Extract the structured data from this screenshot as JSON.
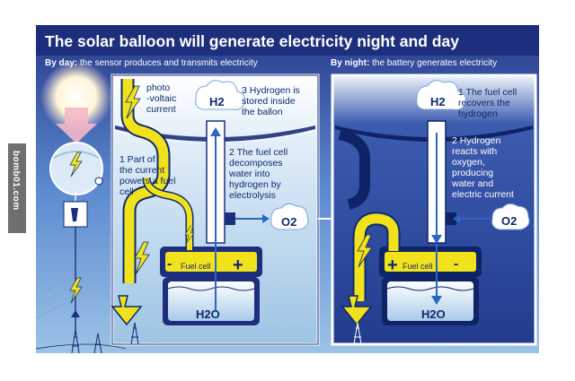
{
  "title": "The solar balloon will generate electricity night and day",
  "day": {
    "heading_bold": "By day:",
    "heading_rest": " the sensor produces and transmits electricity",
    "label_photovoltaic": [
      "photo",
      "-voltaic",
      "current"
    ],
    "label_part_current": [
      "1 Part of",
      "the current",
      "powers a fuel",
      "cell"
    ],
    "label_fuelcell_decomposes": [
      "2 The fuel cell",
      "decomposes",
      "water into",
      "hydrogen by",
      "electrolysis"
    ],
    "label_hydrogen_stored": [
      "3 Hydrogen is",
      "stored inside",
      "the ballon"
    ],
    "h2": "H2",
    "o2": "O2",
    "h2o": "H2O",
    "fuel_cell": "Fuel cell",
    "plus": "+",
    "minus": "-"
  },
  "night": {
    "heading_bold": "By night:",
    "heading_rest": " the battery generates electricity",
    "label_recovers": [
      "1 The fuel cell",
      "recovers the",
      "hydrogen"
    ],
    "label_reacts": [
      "2 Hydrogen",
      "reacts with",
      "oxygen,",
      "producing",
      "water and",
      "electric current"
    ],
    "h2": "H2",
    "o2": "O2",
    "h2o": "H2O",
    "fuel_cell": "Fuel cell",
    "plus": "+",
    "minus": "-"
  },
  "watermark": "bomb01.com",
  "colors": {
    "navy": "#1a2f7a",
    "day_bg": "#bcd9ee",
    "night_bg": "#1f3a8f",
    "yellow": "#f2e21c",
    "ink": "#0d2b6b"
  }
}
